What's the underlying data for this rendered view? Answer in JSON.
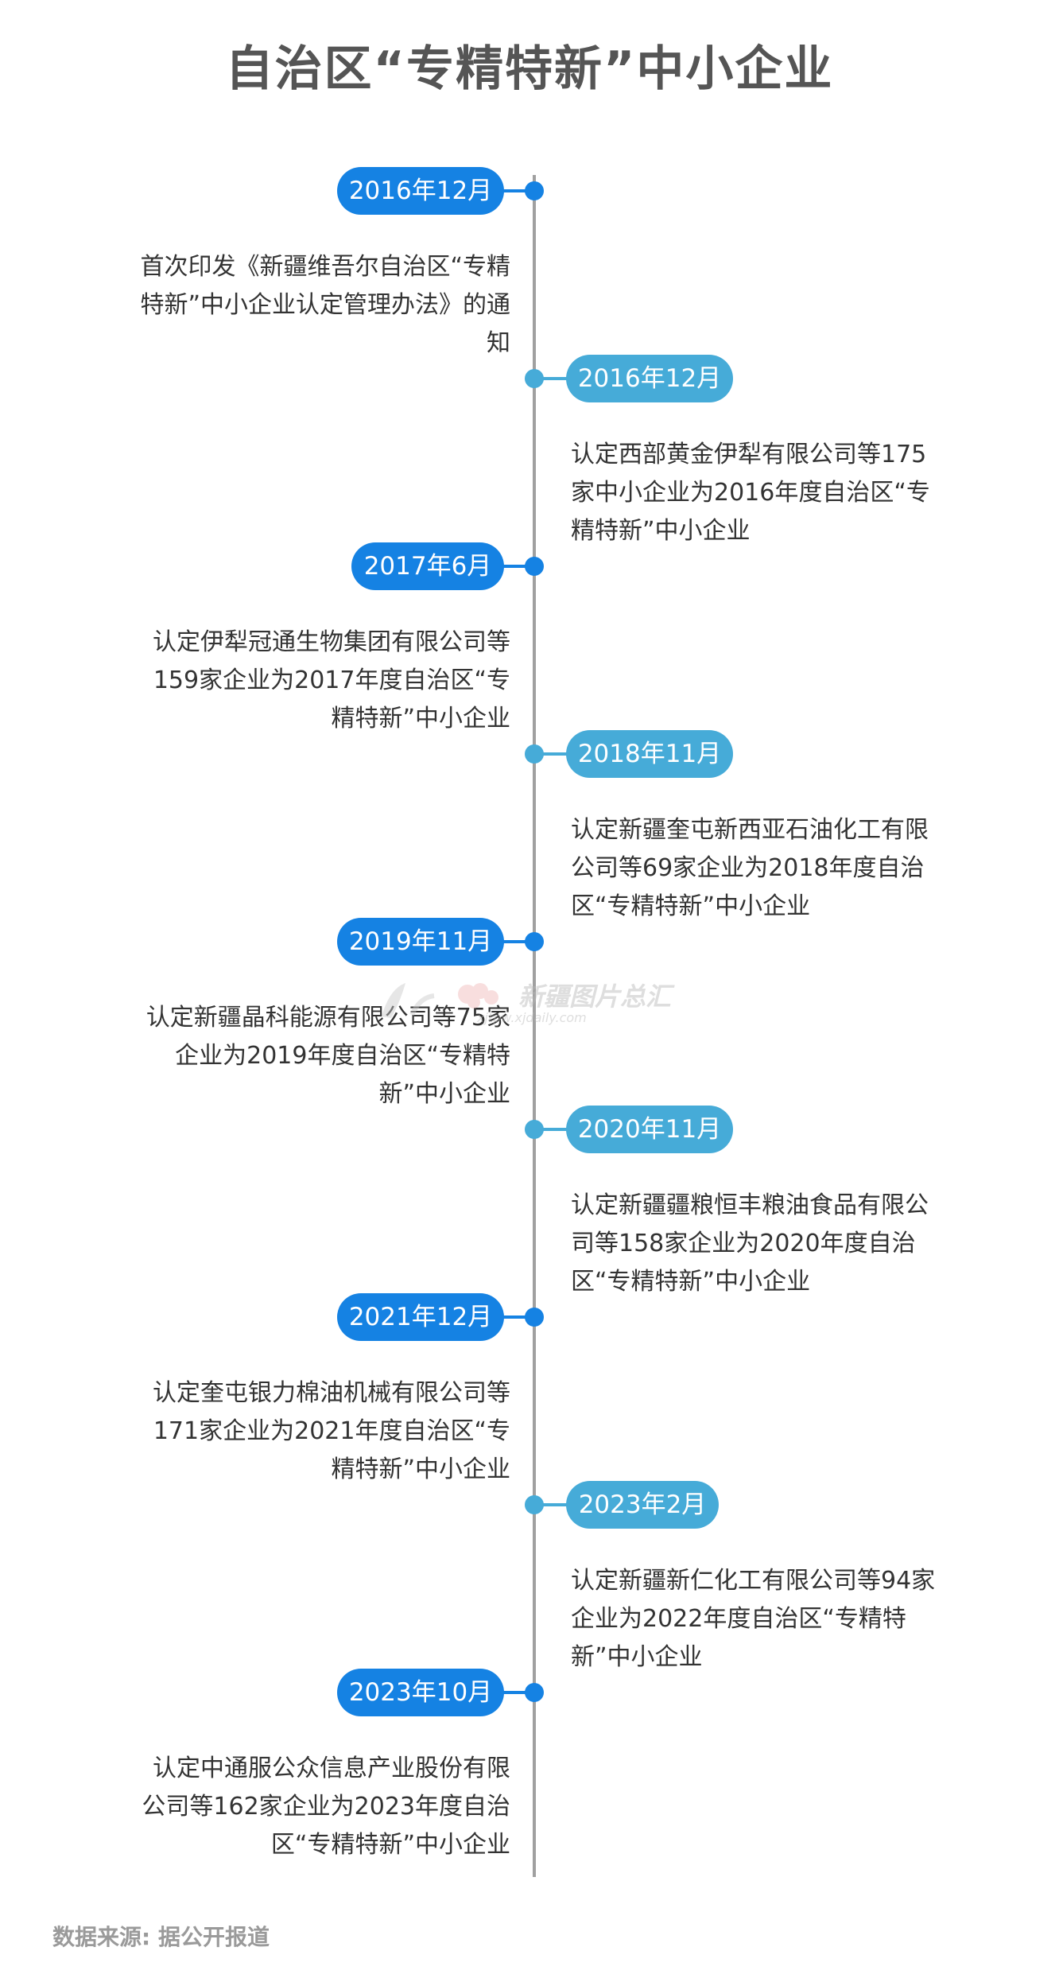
{
  "title": "自治区“专精特新”中小企业",
  "colors": {
    "left_accent": "#1582e3",
    "right_accent": "#46abd8",
    "axis": "#a0a0a0",
    "title_text": "#555555",
    "body_text": "#333333",
    "source_text": "#9a9a9a"
  },
  "timeline": [
    {
      "date": "2016年12月",
      "side": "left",
      "text": "首次印发《新疆维吾尔自治区“专精特新”中小企业认定管理办法》的通知"
    },
    {
      "date": "2016年12月",
      "side": "right",
      "text": "认定西部黄金伊犁有限公司等175家中小企业为2016年度自治区“专精特新”中小企业"
    },
    {
      "date": "2017年6月",
      "side": "left",
      "text": "认定伊犁冠通生物集团有限公司等159家企业为2017年度自治区“专精特新”中小企业"
    },
    {
      "date": "2018年11月",
      "side": "right",
      "text": "认定新疆奎屯新西亚石油化工有限公司等69家企业为2018年度自治区“专精特新”中小企业"
    },
    {
      "date": "2019年11月",
      "side": "left",
      "text": "认定新疆晶科能源有限公司等75家企业为2019年度自治区“专精特新”中小企业"
    },
    {
      "date": "2020年11月",
      "side": "right",
      "text": "认定新疆疆粮恒丰粮油食品有限公司等158家企业为2020年度自治区“专精特新”中小企业"
    },
    {
      "date": "2021年12月",
      "side": "left",
      "text": "认定奎屯银力棉油机械有限公司等171家企业为2021年度自治区“专精特新”中小企业"
    },
    {
      "date": "2023年2月",
      "side": "right",
      "text": "认定新疆新仁化工有限公司等94家企业为2022年度自治区“专精特新”中小企业"
    },
    {
      "date": "2023年10月",
      "side": "left",
      "text": "认定中通服公众信息产业股份有限公司等162家企业为2023年度自治区“专精特新”中小企业"
    }
  ],
  "watermark": {
    "name": "新疆图片总汇",
    "url": "xjtpw.xjdaily.com"
  },
  "source": "数据来源: 据公开报道"
}
